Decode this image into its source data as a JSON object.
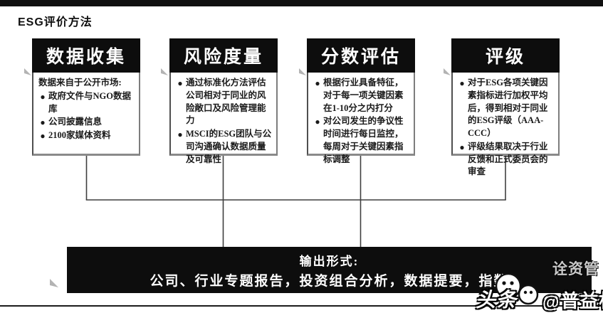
{
  "page": {
    "title": "ESG评价方法"
  },
  "columns": [
    {
      "header": "数据收集",
      "intro": "数据来自于公开市场:",
      "bullets": [
        "政府文件与NGO数据库",
        "公司披露信息",
        "2100家媒体资料"
      ]
    },
    {
      "header": "风险度量",
      "bullets": [
        "通过标准化方法评估公司相对于同业的风险敞口及风险管理能力",
        "MSCI的ESG团队与公司沟通确认数据质量及可靠性"
      ]
    },
    {
      "header": "分数评估",
      "bullets": [
        "根据行业具备特征，对于每一项关键因素在1-10分之内打分",
        "对公司发生的争议性时间进行每日监控，每周对于关键因素指标调整"
      ]
    },
    {
      "header": "评级",
      "bullets": [
        "对于ESG各项关键因素指标进行加权平均后，得到相对于同业的ESG评级（AAA-CCC）",
        "评级结果取决于行业反馈和正式委员会的审查"
      ]
    }
  ],
  "output_box": {
    "title": "输出形式:",
    "content": "公司、行业专题报告，投资组合分析，数据提要，指数"
  },
  "watermark": {
    "overlay_text": "诠资管",
    "brand_left": "头条",
    "at_symbol": "@",
    "brand_right": "普益标准",
    "icon": "wechat-bubbles-icon"
  },
  "colors": {
    "box_black": "#0d0d0d",
    "border_gray": "#8a8a8a",
    "connector": "#3f3f3f"
  }
}
